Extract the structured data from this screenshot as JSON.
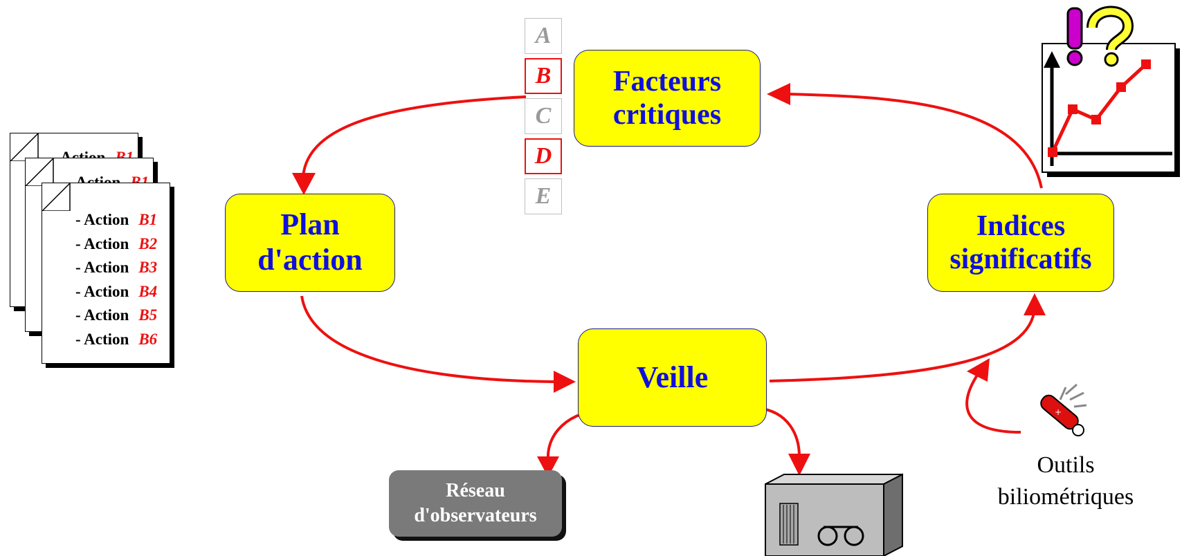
{
  "nodes": {
    "facteurs": {
      "line1": "Facteurs",
      "line2": "critiques"
    },
    "plan": {
      "line1": "Plan",
      "line2": "d'action"
    },
    "indices": {
      "line1": "Indices",
      "line2": "significatifs"
    },
    "veille": {
      "label": "Veille"
    }
  },
  "letters": [
    "A",
    "B",
    "C",
    "D",
    "E"
  ],
  "highlighted_letters": [
    "B",
    "D"
  ],
  "action_list": {
    "prefix": "- Action",
    "items": [
      "B1",
      "B2",
      "B3",
      "B4",
      "B5",
      "B6"
    ],
    "behind_item": "B1"
  },
  "reseau": {
    "line1": "Réseau",
    "line2": "d'observateurs"
  },
  "outils": {
    "line1": "Outils",
    "line2": "biliométriques"
  },
  "icons": [
    "exclamation-question-chart-icon",
    "swiss-knife-icon",
    "radio-device-icon",
    "document-stack-icon"
  ],
  "colors": {
    "node_fill": "#ffff00",
    "node_text": "#1010dd",
    "arrow": "#ee1010",
    "highlight": "#ee1010"
  }
}
